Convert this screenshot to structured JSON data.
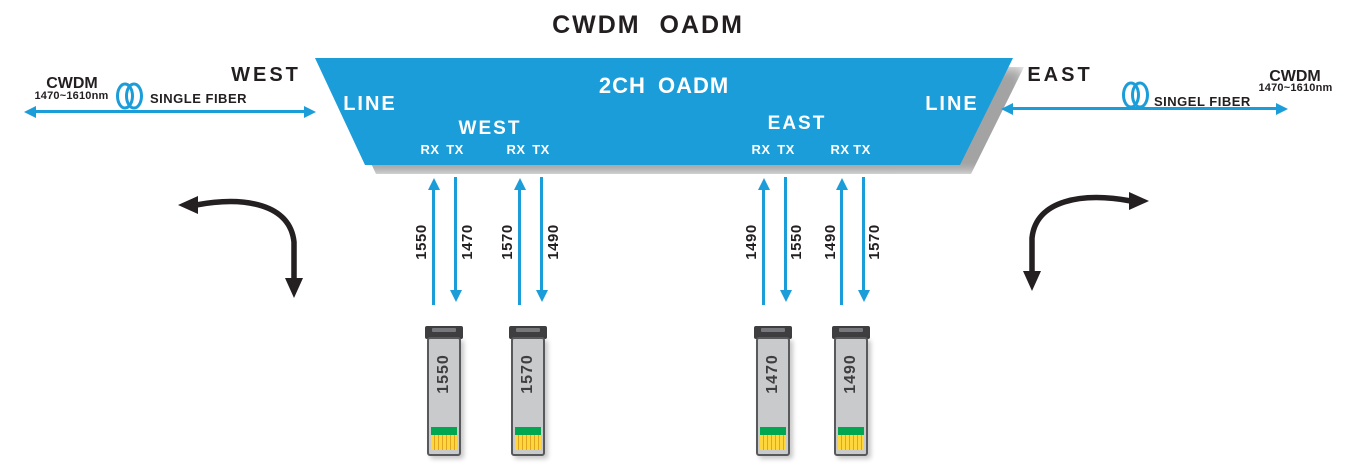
{
  "title": "CWDM OADM",
  "colors": {
    "blue": "#1B9DD9",
    "ink": "#231F20"
  },
  "oadm": {
    "label": "2CH OADM",
    "line_left": "LINE",
    "line_right": "LINE",
    "west": "WEST",
    "east": "EAST",
    "port_pairs": [
      {
        "rx": "RX",
        "tx": "TX"
      },
      {
        "rx": "RX",
        "tx": "TX"
      },
      {
        "rx": "RX",
        "tx": "TX"
      },
      {
        "rx": "RX",
        "tx": "TX"
      }
    ]
  },
  "west_link": {
    "direction": "WEST",
    "cwdm": "CWDM",
    "band": "1470~1610nm",
    "fiber_label": "SINGLE FIBER"
  },
  "east_link": {
    "direction": "EAST",
    "cwdm": "CWDM",
    "band": "1470~1610nm",
    "fiber_label": "SINGEL FIBER"
  },
  "wavelengths": {
    "west": [
      {
        "up": "1550",
        "down": "1470"
      },
      {
        "up": "1570",
        "down": "1490"
      }
    ],
    "east": [
      {
        "up": "1490",
        "down": "1550"
      },
      {
        "up": "1490",
        "down": "1570"
      }
    ]
  },
  "sfp_modules": [
    {
      "label": "1550"
    },
    {
      "label": "1570"
    },
    {
      "label": "1470"
    },
    {
      "label": "1490"
    }
  ]
}
